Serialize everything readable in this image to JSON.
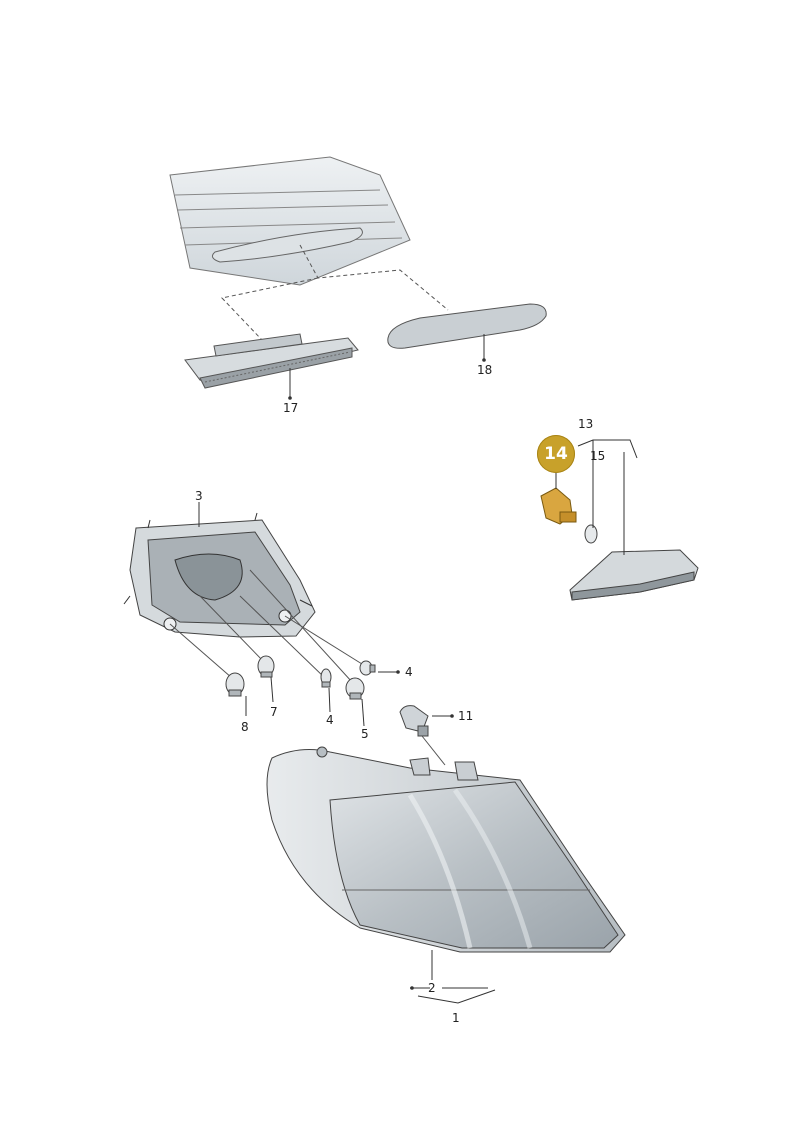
{
  "callouts": {
    "p1": "1",
    "p2": "2",
    "p3": "3",
    "p4a": "4",
    "p4b": "4",
    "p5": "5",
    "p7": "7",
    "p8": "8",
    "p11": "11",
    "p13": "13",
    "p14": "14",
    "p15": "15",
    "p17": "17",
    "p18": "18"
  },
  "highlight": {
    "badge_color": "#c8a12a",
    "part_color": "#d9a640"
  }
}
